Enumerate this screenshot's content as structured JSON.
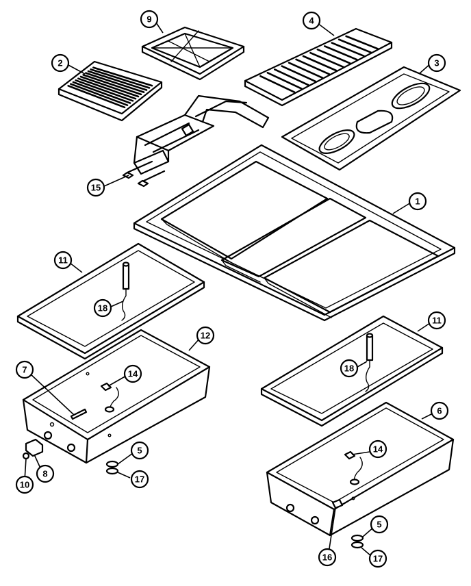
{
  "callouts": [
    {
      "id": "c9",
      "label": "9"
    },
    {
      "id": "c4",
      "label": "4"
    },
    {
      "id": "c2",
      "label": "2"
    },
    {
      "id": "c3",
      "label": "3"
    },
    {
      "id": "c15",
      "label": "15"
    },
    {
      "id": "c1",
      "label": "1"
    },
    {
      "id": "c11a",
      "label": "11"
    },
    {
      "id": "c18a",
      "label": "18"
    },
    {
      "id": "c12",
      "label": "12"
    },
    {
      "id": "c11b",
      "label": "11"
    },
    {
      "id": "c18b",
      "label": "18"
    },
    {
      "id": "c7",
      "label": "7"
    },
    {
      "id": "c14a",
      "label": "14"
    },
    {
      "id": "c6",
      "label": "6"
    },
    {
      "id": "c5a",
      "label": "5"
    },
    {
      "id": "c14b",
      "label": "14"
    },
    {
      "id": "c17a",
      "label": "17"
    },
    {
      "id": "c8",
      "label": "8"
    },
    {
      "id": "c10",
      "label": "10"
    },
    {
      "id": "c5b",
      "label": "5"
    },
    {
      "id": "c16",
      "label": "16"
    },
    {
      "id": "c17b",
      "label": "17"
    }
  ]
}
